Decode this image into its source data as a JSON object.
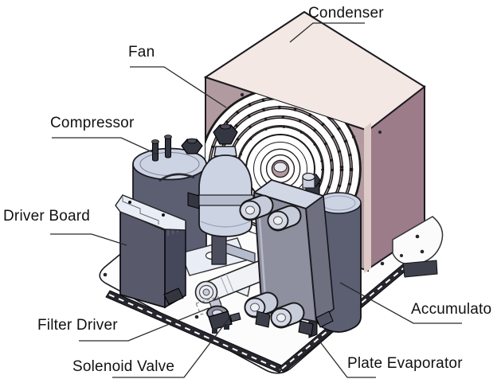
{
  "labels": {
    "condenser": "Condenser",
    "fan": "Fan",
    "compressor": "Compressor",
    "driver_board": "Driver Board",
    "filter_driver": "Filter Driver",
    "solenoid_valve": "Solenoid Valve",
    "accumulator": "Accumulato",
    "plate_evaporator": "Plate Evaporator"
  },
  "colors": {
    "background": "#ffffff",
    "outline": "#1b1b22",
    "leader_line": "#2a2a2a",
    "label_text": "#111111",
    "condenser_top": "#f3e8e3",
    "condenser_front": "#b19ba1",
    "condenser_side": "#9b7c88",
    "condenser_bevel": "#ddc9c6",
    "fan_ring": "#ffffff",
    "metal_dark": "#5c5e72",
    "metal_mid": "#8e90a0",
    "metal_light": "#ccd3e3",
    "metal_highlight": "#e9edf5",
    "board_side": "#45475a",
    "fitting_dark": "#343642",
    "plate": "#fcfcfd",
    "rail_dark": "#26262e"
  }
}
